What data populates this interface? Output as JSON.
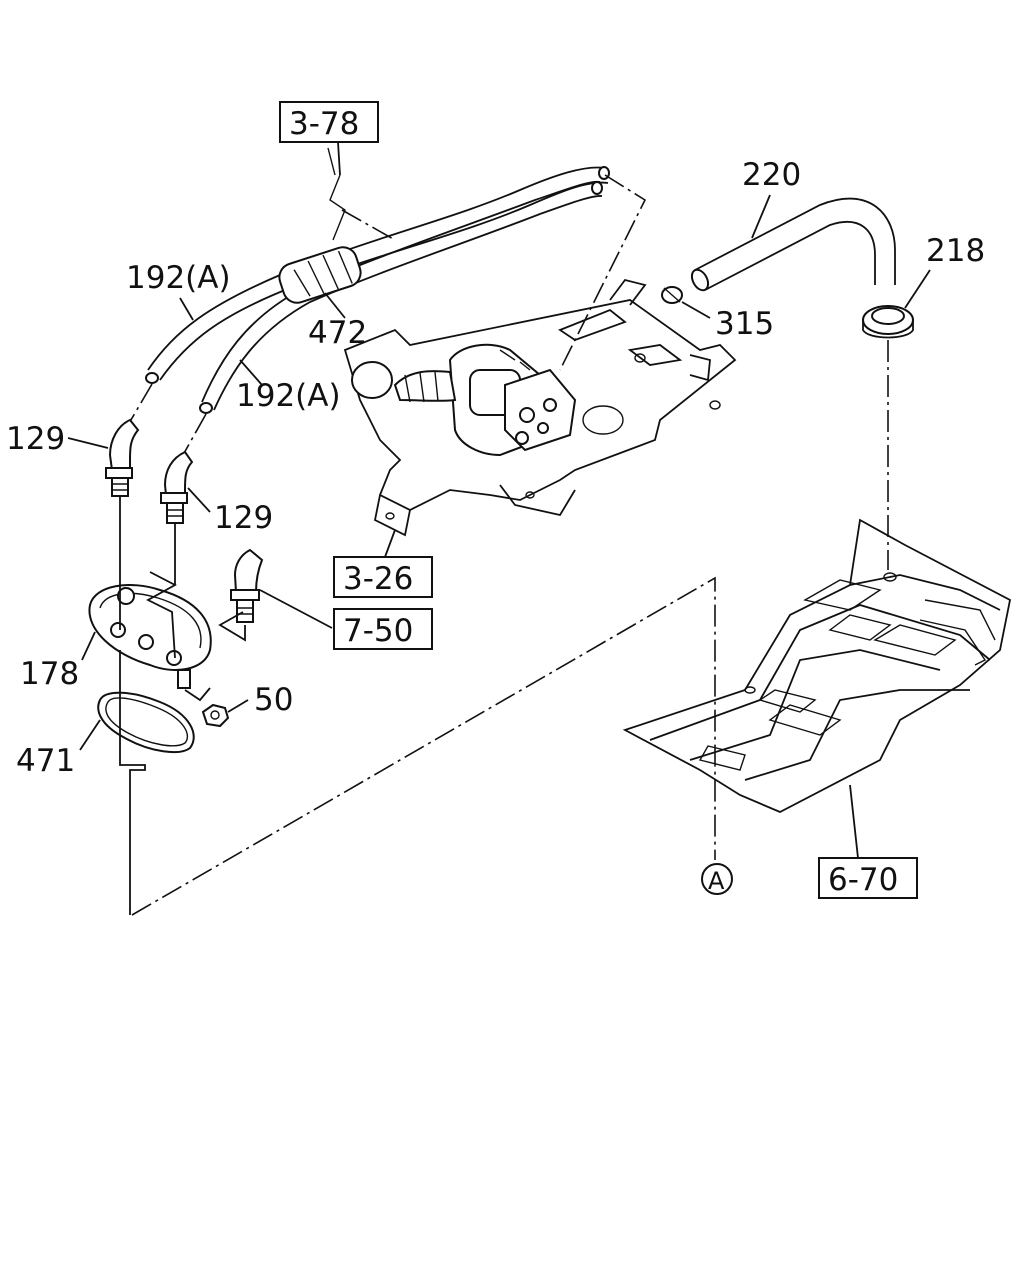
{
  "callouts": {
    "c220": "220",
    "c218": "218",
    "c315": "315",
    "c472": "472",
    "c192a_top": "192(A)",
    "c192a_bottom": "192(A)",
    "c129_left": "129",
    "c129_right": "129",
    "c178": "178",
    "c471": "471",
    "c50": "50",
    "circle_a": "A"
  },
  "references": {
    "r378": "3-78",
    "r326": "3-26",
    "r750": "7-50",
    "r670": "6-70"
  }
}
